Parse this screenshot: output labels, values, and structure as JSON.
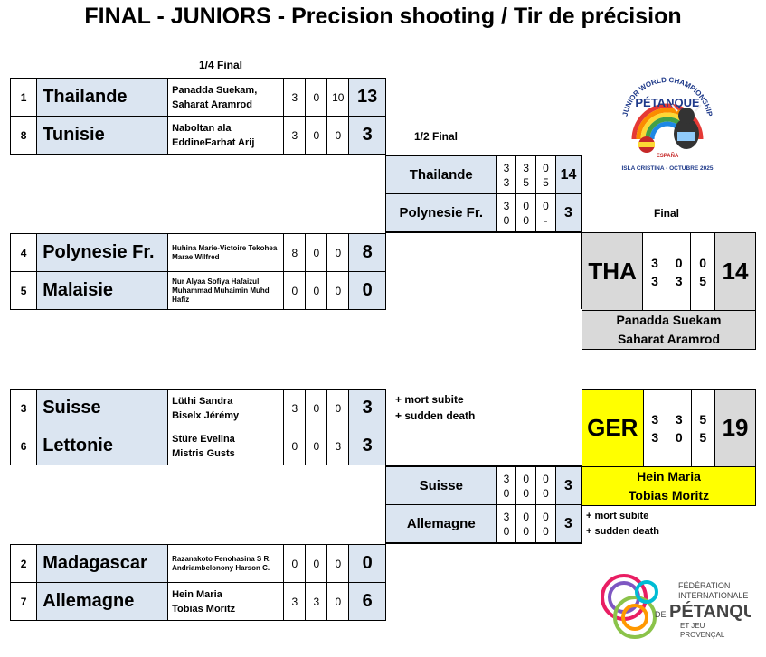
{
  "title": "FINAL - JUNIORS -  Precision shooting  / Tir de précision",
  "labels": {
    "quarter": "1/4 Final",
    "semi": "1/2 Final",
    "final": "Final"
  },
  "quarter_finals": [
    {
      "rows": [
        {
          "seed": "1",
          "country": "Thailande",
          "players": [
            "Panadda Suekam,",
            "Saharat Aramrod"
          ],
          "s1": "3",
          "s2": "0",
          "s3": "10",
          "total": "13"
        },
        {
          "seed": "8",
          "country": "Tunisie",
          "players": [
            "Naboltan ala",
            "EddineFarhat Arij"
          ],
          "s1": "3",
          "s2": "0",
          "s3": "0",
          "total": "3"
        }
      ]
    },
    {
      "rows": [
        {
          "seed": "4",
          "country": "Polynesie Fr.",
          "players": [
            "Huhina Marie-Victoire Tekohea",
            "Marae Wilfred"
          ],
          "s1": "8",
          "s2": "0",
          "s3": "0",
          "total": "8"
        },
        {
          "seed": "5",
          "country": "Malaisie",
          "players": [
            "Nur Alyaa Sofiya Hafaizul",
            "Muhammad Muhaimin Muhd",
            "Hafiz"
          ],
          "s1": "0",
          "s2": "0",
          "s3": "0",
          "total": "0"
        }
      ]
    },
    {
      "rows": [
        {
          "seed": "3",
          "country": "Suisse",
          "players": [
            "Lüthi Sandra",
            "Biselx Jérémy"
          ],
          "s1": "3",
          "s2": "0",
          "s3": "0",
          "total": "3"
        },
        {
          "seed": "6",
          "country": "Lettonie",
          "players": [
            "Stüre Evelina",
            "Mistris Gusts"
          ],
          "s1": "0",
          "s2": "0",
          "s3": "3",
          "total": "3"
        }
      ]
    },
    {
      "rows": [
        {
          "seed": "2",
          "country": "Madagascar",
          "players": [
            "Razanakoto Fenohasina S R.",
            "Andriambelonony Harson C."
          ],
          "s1": "0",
          "s2": "0",
          "s3": "0",
          "total": "0"
        },
        {
          "seed": "7",
          "country": "Allemagne",
          "players": [
            "Hein Maria",
            "Tobias Moritz"
          ],
          "s1": "3",
          "s2": "3",
          "s3": "0",
          "total": "6"
        }
      ]
    }
  ],
  "semi_finals": [
    {
      "rows": [
        {
          "country": "Thailande",
          "c1": [
            "3",
            "3"
          ],
          "c2": [
            "3",
            "5"
          ],
          "c3": [
            "0",
            "5"
          ],
          "total": "14"
        },
        {
          "country": "Polynesie Fr.",
          "c1": [
            "3",
            "0"
          ],
          "c2": [
            "0",
            "0"
          ],
          "c3": [
            "0",
            "-"
          ],
          "total": "3"
        }
      ]
    },
    {
      "rows": [
        {
          "country": "Suisse",
          "c1": [
            "3",
            "0"
          ],
          "c2": [
            "0",
            "0"
          ],
          "c3": [
            "0",
            "0"
          ],
          "total": "3"
        },
        {
          "country": "Allemagne",
          "c1": [
            "3",
            "0"
          ],
          "c2": [
            "0",
            "0"
          ],
          "c3": [
            "0",
            "0"
          ],
          "total": "3"
        }
      ]
    }
  ],
  "final": [
    {
      "country": "THA",
      "c1": [
        "3",
        "3"
      ],
      "c2": [
        "0",
        "3"
      ],
      "c3": [
        "0",
        "5"
      ],
      "total": "14",
      "players": [
        "Panadda Suekam",
        "Saharat Aramrod"
      ],
      "color": "#d9d9d9"
    },
    {
      "country": "GER",
      "c1": [
        "3",
        "3"
      ],
      "c2": [
        "3",
        "0"
      ],
      "c3": [
        "5",
        "5"
      ],
      "total": "19",
      "players": [
        "Hein Maria",
        "Tobias Moritz"
      ],
      "color": "#ffff00"
    }
  ],
  "notes": {
    "quarter": [
      "+ mort subite",
      "+ sudden death"
    ],
    "semi": [
      "+ mort subite",
      "+ sudden death"
    ]
  },
  "logos": {
    "championship": {
      "line1": "JUNIOR WORLD CHAMPIONSHIP",
      "line2": "PÉTANQUE",
      "country": "ESPAÑA",
      "place": "ISLA CRISTINA - OCTUBRE 2025"
    },
    "federation": {
      "line1": "FÉDÉRATION",
      "line2": "INTERNATIONALE",
      "line3": "DE",
      "line4": "PÉTANQUE",
      "line5": "ET JEU",
      "line6": "PROVENÇAL"
    }
  }
}
